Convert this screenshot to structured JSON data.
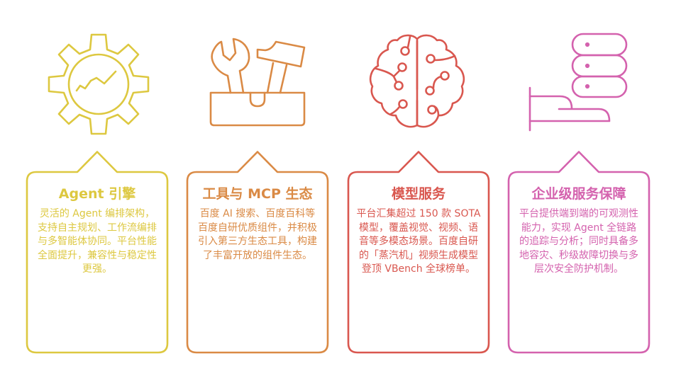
{
  "colors": {
    "agent": "#DDC840",
    "tools": "#DA8A45",
    "model": "#D9574F",
    "enterprise": "#D462AE"
  },
  "cards": [
    {
      "icon": "gear-chart-icon",
      "title": "Agent 引擎",
      "description": "灵活的 Agent 编排架构，支持自主规划、工作流编排与多智能体协同。平台性能全面提升，兼容性与稳定性更强。"
    },
    {
      "icon": "toolbox-icon",
      "title": "工具与 MCP 生态",
      "description": "百度 AI 搜索、百度百科等百度自研优质组件，并积极引入第三方生态工具，构建了丰富开放的组件生态。"
    },
    {
      "icon": "brain-circuit-icon",
      "title": "模型服务",
      "description": "平台汇集超过 150 款 SOTA 模型，覆盖视觉、视频、语音等多模态场景。百度自研的「蒸汽机」视频生成模型登顶 VBench 全球榜单。"
    },
    {
      "icon": "hand-server-icon",
      "title": "企业级服务保障",
      "description": "平台提供端到端的可观测性能力，实现 Agent 全链路的追踪与分析；同时具备多地容灾、秒级故障切换与多层次安全防护机制。"
    }
  ]
}
